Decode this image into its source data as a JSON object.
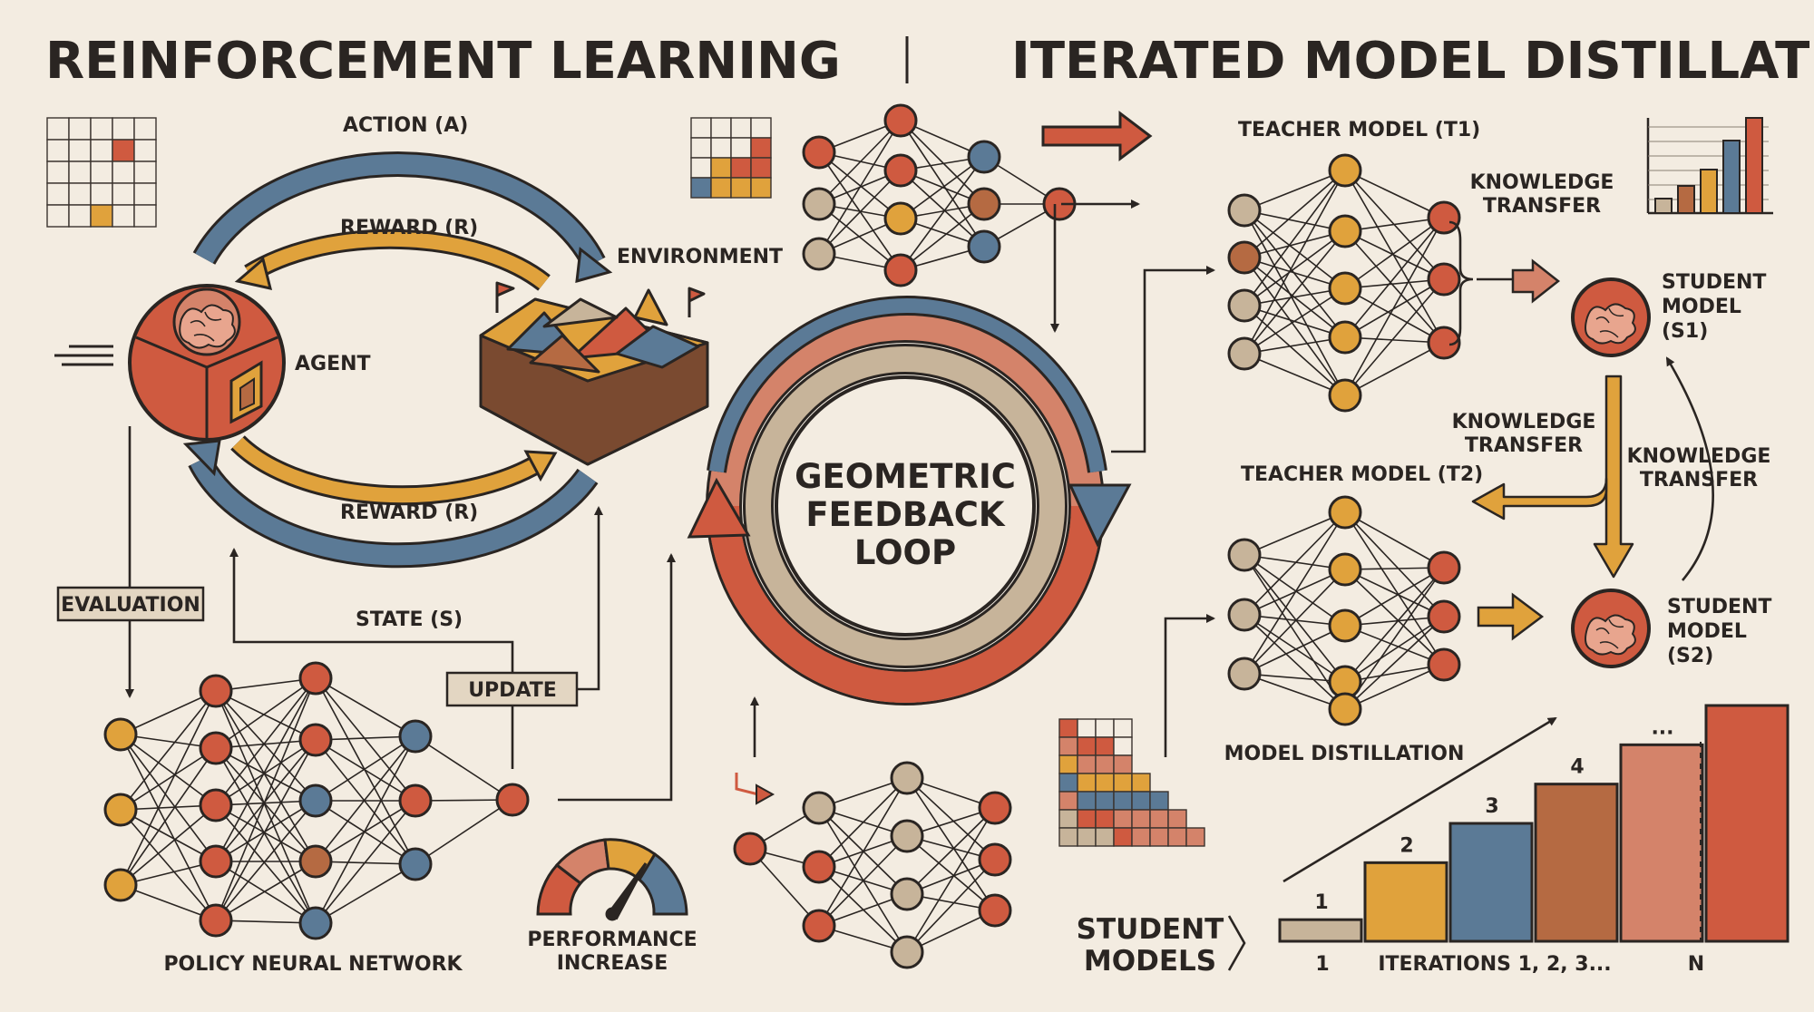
{
  "titles": {
    "left": "REINFORCEMENT LEARNING",
    "right": "ITERATED MODEL DISTILLATION"
  },
  "rl": {
    "action": "ACTION (A)",
    "reward_top": "REWARD (R)",
    "environment": "ENVIRONMENT",
    "agent": "AGENT",
    "reward_bottom": "REWARD (R)",
    "state": "STATE (S)",
    "evaluation": "EVALUATION",
    "update": "UPDATE",
    "policy_network": "POLICY NEURAL NETWORK",
    "performance_line1": "PERFORMANCE",
    "performance_line2": "INCREASE"
  },
  "loop": {
    "line1": "GEOMETRIC",
    "line2": "FEEDBACK",
    "line3": "LOOP"
  },
  "distill": {
    "teacher1": "TEACHER MODEL (T1)",
    "teacher2": "TEACHER MODEL (T2)",
    "kt_top_line1": "KNOWLEDGE",
    "kt_top_line2": "TRANSFER",
    "kt_mid_line1": "KNOWLEDGE",
    "kt_mid_line2": "TRANSFER",
    "kt_right_line1": "KNOWLEDGE",
    "kt_right_line2": "TRANSFER",
    "student1_line1": "STUDENT",
    "student1_line2": "MODEL",
    "student1_line3": "(S1)",
    "student2_line1": "STUDENT",
    "student2_line2": "MODEL",
    "student2_line3": "(S2)",
    "model_distillation": "MODEL DISTILLATION",
    "student_models_line1": "STUDENT",
    "student_models_line2": "MODELS"
  },
  "chart_data": {
    "type": "bar",
    "categories": [
      "1",
      "2",
      "3",
      "4",
      "...",
      "N"
    ],
    "values": [
      1,
      2,
      3,
      4,
      5,
      6
    ],
    "value_labels": [
      "1",
      "2",
      "3",
      "4",
      "...",
      ""
    ],
    "xlabel": "ITERATIONS 1, 2, 3...",
    "tick_first": "1",
    "tick_last": "N"
  },
  "colors": {
    "background": "#f3ece1",
    "ink": "#2a2522",
    "red": "#cf5a40",
    "orange": "#e0a23c",
    "blue": "#5b7a96",
    "tan": "#c7b49a",
    "brown": "#b56a42",
    "salmon": "#d4836a"
  },
  "icons": [
    "brain-icon",
    "agent-cube-icon",
    "terrain-environment-icon",
    "gauge-icon",
    "grid-icon",
    "bar-chart-icon",
    "neural-network-icon"
  ]
}
